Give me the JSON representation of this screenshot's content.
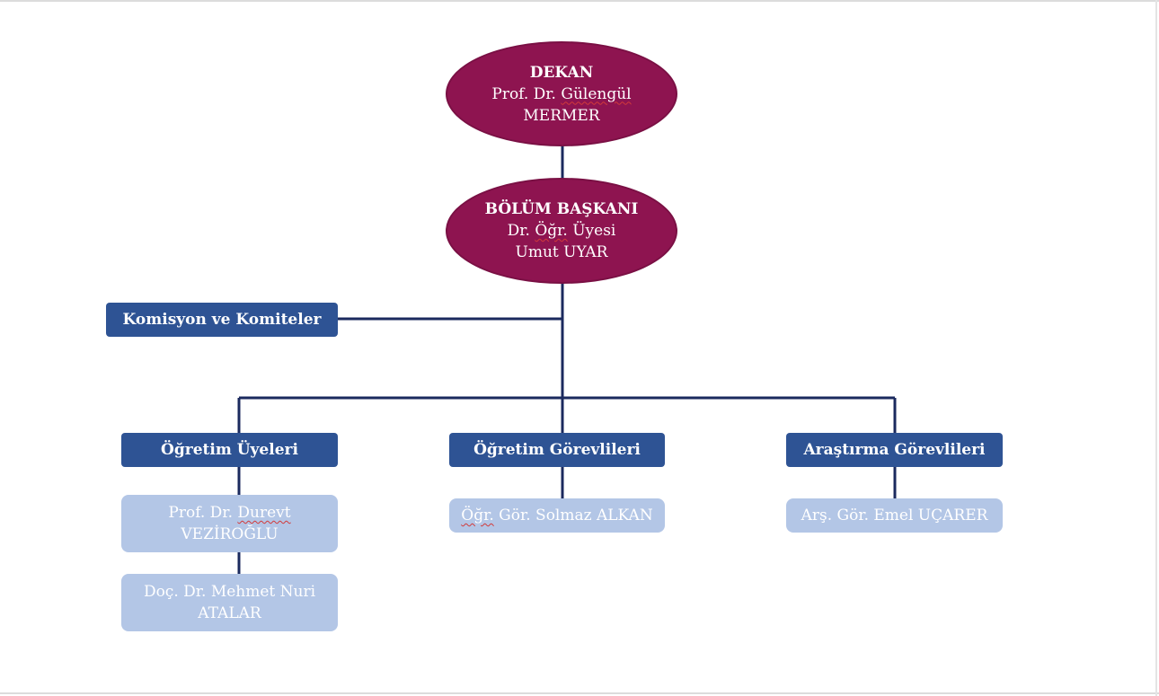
{
  "dean": {
    "title": "DEKAN",
    "name_prefix": "Prof. Dr. ",
    "name_first": "Gülengül",
    "surname": "MERMER"
  },
  "head": {
    "title": "BÖLÜM BAŞKANI",
    "rank_a": "Dr. ",
    "rank_b": "Öğr.",
    "rank_c": " Üyesi",
    "name": "Umut UYAR"
  },
  "committees": {
    "label": "Komisyon ve Komiteler"
  },
  "groups": [
    {
      "label": "Öğretim Üyeleri"
    },
    {
      "label": "Öğretim Görevlileri"
    },
    {
      "label": "Araştırma Görevlileri"
    }
  ],
  "members": {
    "faculty_1": {
      "prefix": "Prof. Dr. ",
      "first": "Durevt",
      "surname": "VEZİROĞLU"
    },
    "faculty_2": {
      "line1": "Doç. Dr. Mehmet Nuri",
      "line2": "ATALAR"
    },
    "lecturer_1": {
      "abbr": "Öğr.",
      "rest": " Gör. Solmaz ALKAN"
    },
    "assistant_1": {
      "label": "Arş. Gör. Emel UÇARER"
    }
  },
  "colors": {
    "ellipse_fill": "#8e1450",
    "group_fill": "#2e5394",
    "member_fill": "#b3c6e6",
    "connector": "#1b2a5e"
  }
}
